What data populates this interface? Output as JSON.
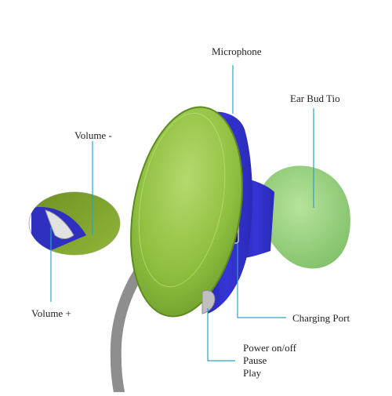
{
  "labels": {
    "microphone": "Microphone",
    "ear_bud_tip": "Ear Bud Tio",
    "volume_minus": "Volume -",
    "volume_plus": "Volume +",
    "charging_port": "Charging Port",
    "power_lines": [
      "Power on/off",
      "Pause",
      "Play"
    ]
  },
  "colors": {
    "callout": "#2aa3c9",
    "shell_green": "#8bc34a",
    "body_blue": "#2f2fc8",
    "tip_green": "#9ad07a",
    "cable_gray": "#8e8e8e"
  }
}
